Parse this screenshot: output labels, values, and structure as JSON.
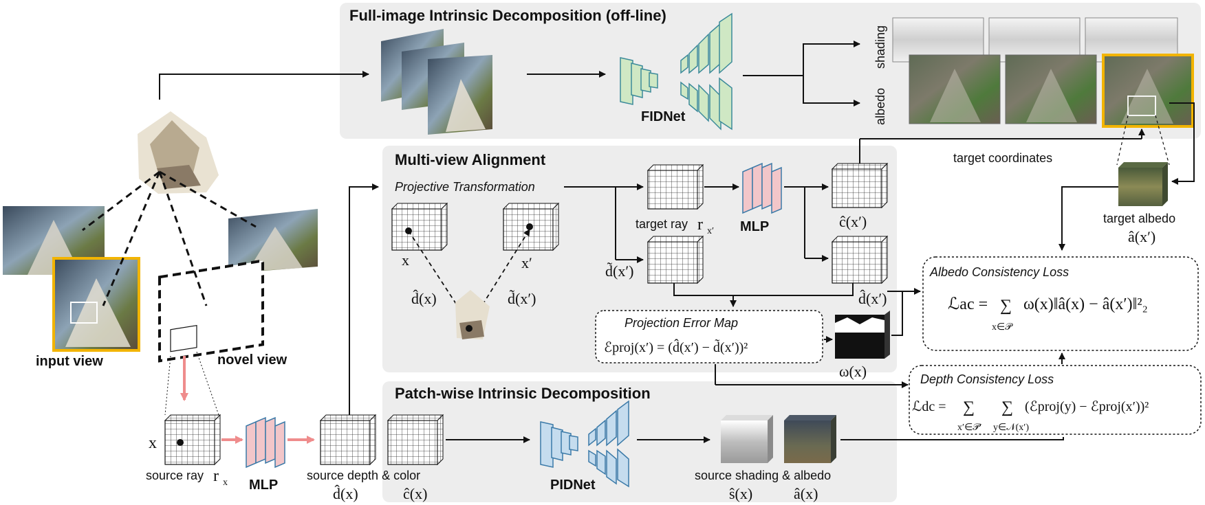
{
  "panels": {
    "full_image": "Full-image Intrinsic Decomposition (off-line)",
    "multi_view": "Multi-view Alignment",
    "patch_wise": "Patch-wise Intrinsic Decomposition"
  },
  "labels": {
    "input_view": "input view",
    "novel_view": "novel view",
    "fidnet": "FIDNet",
    "pidnet": "PIDNet",
    "mlp_top": "MLP",
    "mlp_bottom": "MLP",
    "shading": "shading",
    "albedo": "albedo",
    "target_coordinates": "target coordinates",
    "projective_transformation": "Projective Transformation",
    "target_ray": "target ray",
    "target_albedo": "target albedo",
    "source_ray": "source ray",
    "source_depth_color": "source depth & color",
    "source_shading_albedo": "source shading & albedo",
    "projection_error_map": "Projection Error Map",
    "albedo_consistency_loss": "Albedo Consistency Loss",
    "depth_consistency_loss": "Depth Consistency Loss"
  },
  "math": {
    "x": "x",
    "x_prime": "x′",
    "x_source": "x",
    "r_x": "r",
    "r_x_sub": "x",
    "r_xp": "r",
    "r_xp_sub": "x′",
    "d_hat_x": "d̂(x)",
    "d_tilde_xp": "d̃(x′)",
    "d_tilde_xp_left": "d̃(x′)",
    "d_hat_xp": "d̂(x′)",
    "c_hat_xp": "ĉ(x′)",
    "a_hat_xp": "â(x′)",
    "omega_x": "ω(x)",
    "d_hat_x_bottom": "d̂(x)",
    "c_hat_x_bottom": "ĉ(x)",
    "s_hat_x_bottom": "ŝ(x)",
    "a_hat_x_bottom": "â(x)",
    "proj_eq": "ℰproj(x′) = (d̂(x′) − d̃(x′))²",
    "ac_lhs": "ℒac = ",
    "ac_rhs": "ω(x)‖â(x) − â(x′)‖²₂",
    "ac_sum_sub": "x∈𝒫",
    "dc_lhs": "ℒdc = ",
    "dc_rhs": "(ℰproj(y) − ℰproj(x′))²",
    "dc_sum1_sub": "x′∈𝒫′",
    "dc_sum2_sub": "y∈𝒩(x′)"
  },
  "colors": {
    "panel_bg": "#ededed",
    "fidnet": "#cfe8c4",
    "pidnet": "#c5dcee",
    "mlp": "#f2c6c9",
    "highlight": "#f2b400",
    "pink_arrow": "#ef8c8c"
  }
}
